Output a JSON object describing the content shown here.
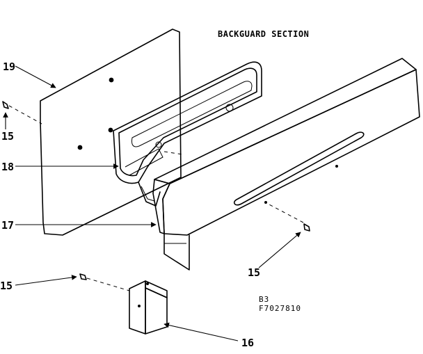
{
  "title": "BACKGUARD SECTION",
  "parts": [
    {
      "number": "19",
      "part": "back-panel"
    },
    {
      "number": "15",
      "part": "screw"
    },
    {
      "number": "18",
      "part": "bracket-assembly"
    },
    {
      "number": "17",
      "part": "backguard"
    },
    {
      "number": "15",
      "part": "screw"
    },
    {
      "number": "15",
      "part": "screw"
    },
    {
      "number": "16",
      "part": "support-bracket"
    }
  ],
  "codes": {
    "line1": "B3",
    "line2": "F7027810"
  }
}
